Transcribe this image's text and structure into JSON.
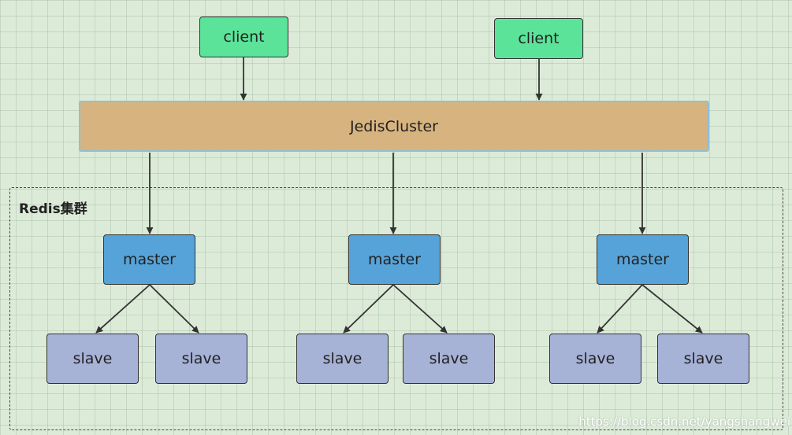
{
  "diagram": {
    "clients": [
      "client",
      "client"
    ],
    "jedis_label": "JedisCluster",
    "cluster_title": "Redis集群",
    "masters": [
      "master",
      "master",
      "master"
    ],
    "slaves": [
      "slave",
      "slave",
      "slave",
      "slave",
      "slave",
      "slave"
    ]
  },
  "watermark": "https://blog.csdn.net/yangshangwei",
  "colors": {
    "client": "#5ce39a",
    "jedis": "#d7b47f",
    "master": "#56a3d9",
    "slave": "#a6b2d6",
    "background": "#dcebd8"
  }
}
